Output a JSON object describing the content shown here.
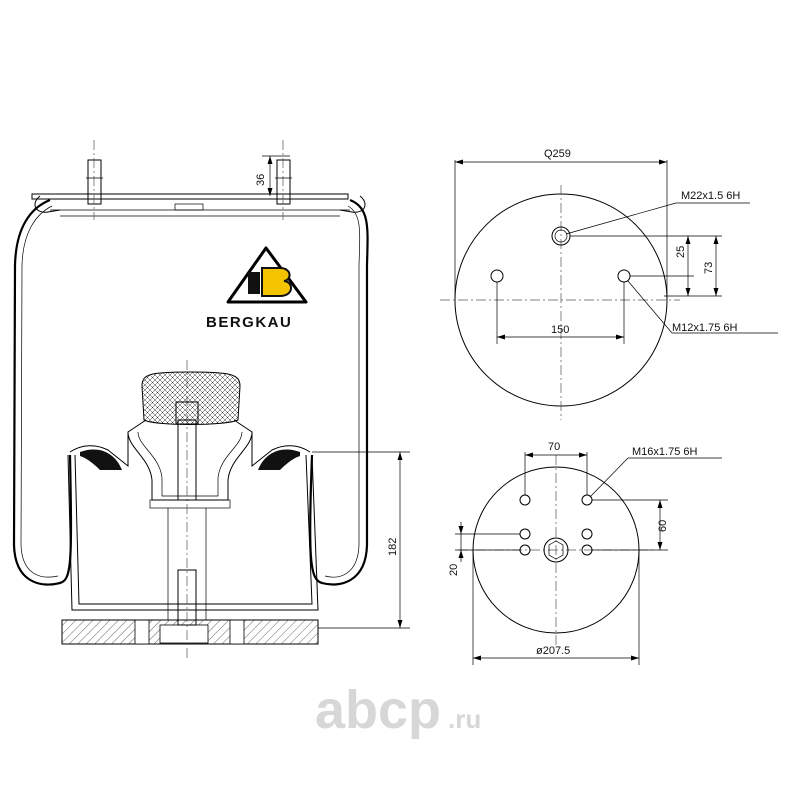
{
  "brand": {
    "name": "BERGKAU"
  },
  "watermark": {
    "main": "abcp",
    "suffix": ".ru"
  },
  "dimensions": {
    "stud_height": "36",
    "height": "182",
    "top_diameter": "Q259",
    "top_thread_center": "M22x1.5 6H",
    "top_offset_small": "25",
    "top_offset_large": "73",
    "top_spacing": "150",
    "top_thread_side": "M12x1.75 6H",
    "bottom_spacing": "70",
    "bottom_thread": "M16x1.75 6H",
    "bottom_offset_large": "60",
    "bottom_offset_small": "20",
    "bottom_diameter": "ø207.5"
  },
  "colors": {
    "line": "#000000",
    "logo_yellow": "#f5c400",
    "watermark": "#d7d7d7"
  }
}
